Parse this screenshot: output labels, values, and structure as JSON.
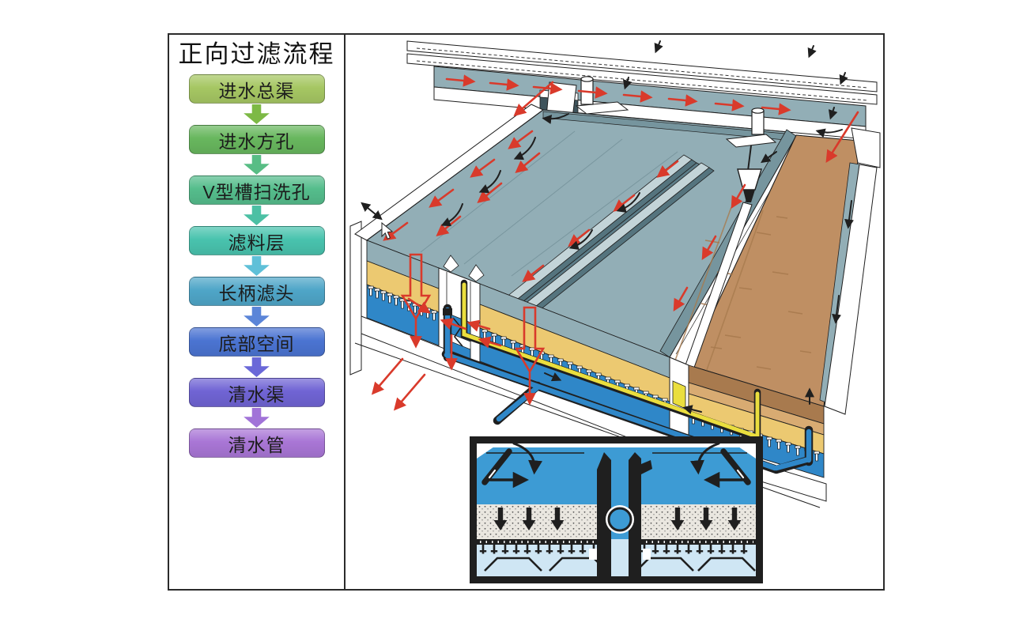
{
  "flowchart": {
    "title": "正向过滤流程",
    "steps": [
      {
        "label": "进水总渠",
        "color": "#a6c763",
        "arrow_color": "#7db945"
      },
      {
        "label": "进水方孔",
        "color": "#68b75e",
        "arrow_color": "#58bd85"
      },
      {
        "label": "V型槽扫洗孔",
        "color": "#55bd8c",
        "arrow_color": "#4cc0a4"
      },
      {
        "label": "滤料层",
        "color": "#49c3ae",
        "arrow_color": "#5fc0d8"
      },
      {
        "label": "长柄滤头",
        "color": "#4fa6c8",
        "arrow_color": "#5b85d8"
      },
      {
        "label": "底部空间",
        "color": "#4b74d2",
        "arrow_color": "#6a68d8"
      },
      {
        "label": "清水渠",
        "color": "#7064d4",
        "arrow_color": "#a173d8"
      },
      {
        "label": "清水管",
        "color": "#a976d6",
        "arrow_color": null
      }
    ]
  },
  "colors": {
    "ink": "#1f1f1f",
    "border": "#2b2b2b",
    "red": "#d93a2b",
    "water": "#92aeb6",
    "water_dark": "#76959e",
    "ridge_light": "#c3d4d8",
    "ridge_dark": "#55747e",
    "sand_layer": "#ecc971",
    "bottom_blue": "#2f87c8",
    "sand_top": "#bf8f63",
    "sand_dark": "#a87a4e",
    "sand_tan": "#d8ab72",
    "pipe_yellow": "#eade3e",
    "cs_water": "#3d9bd4",
    "cs_clean": "#cfe6f4",
    "media": "#eae7e0",
    "wall": "#ffffff"
  }
}
